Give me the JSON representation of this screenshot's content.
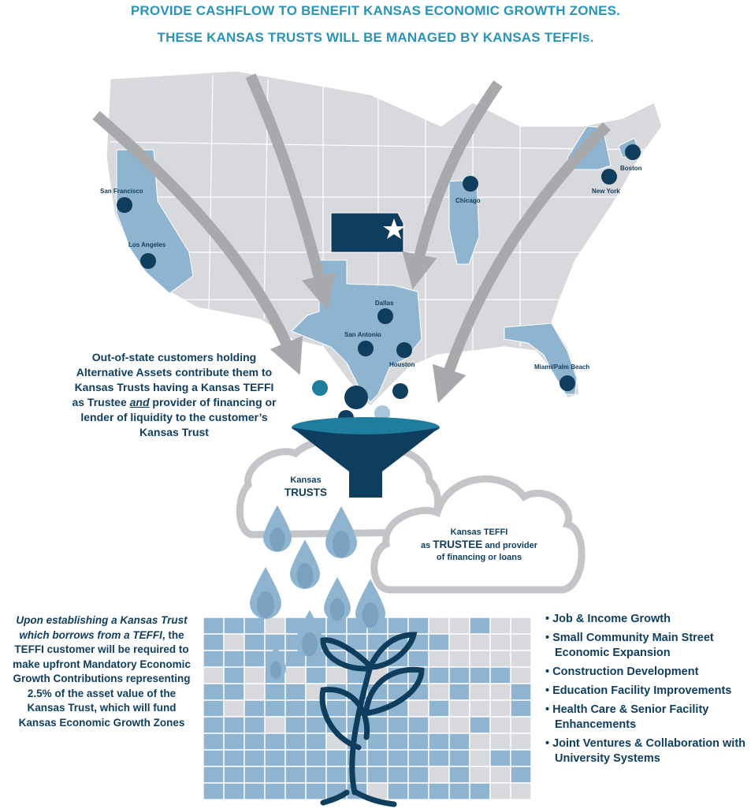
{
  "header": {
    "line1": "PROVIDE CASHFLOW TO BENEFIT KANSAS ECONOMIC GROWTH ZONES.",
    "line2": "THESE KANSAS TRUSTS WILL BE MANAGED BY KANSAS TEFFIs."
  },
  "map": {
    "cities": [
      "San Francisco",
      "Los Angeles",
      "Chicago",
      "New York",
      "Boston",
      "Dallas",
      "San Antonio",
      "Houston",
      "Miami/Palm Beach"
    ]
  },
  "left_text": {
    "part1": "Out-of-state customers holding Alternative Assets contribute them to Kansas Trusts having a Kansas TEFFI as Trustee ",
    "emph": "and",
    "part2": " provider of financing or lender of liquidity to the customer’s Kansas Trust"
  },
  "trusts_cloud": {
    "line1": "Kansas",
    "line2": "TRUSTS"
  },
  "teffi_cloud": {
    "line1": "Kansas TEFFI",
    "pre": "as ",
    "big": "TRUSTEE",
    "post": " and provider",
    "line3": "of financing or loans"
  },
  "bottom_text": {
    "italic": "Upon establishing a Kansas Trust which borrows from a TEFFI",
    "rest": ", the TEFFI customer will be required to make upfront Mandatory Economic Growth Contributions representing 2.5% of the asset value of the Kansas Trust, which will fund Kansas Economic Growth Zones"
  },
  "benefits": [
    "Job & Income Growth",
    "Small Community Main Street Economic Expansion",
    "Construction Development",
    "Education Facility Improvements",
    "Health Care & Senior Facility Enhancements",
    "Joint Ventures & Collaboration with University Systems"
  ],
  "colors": {
    "heading": "#2a93b8",
    "dark_navy": "#0f3d5e",
    "light_blue": "#8fb4cf",
    "map_gray": "#d7d9dc",
    "arrow_gray": "#a7a9ac",
    "teal": "#1f7e9e"
  }
}
